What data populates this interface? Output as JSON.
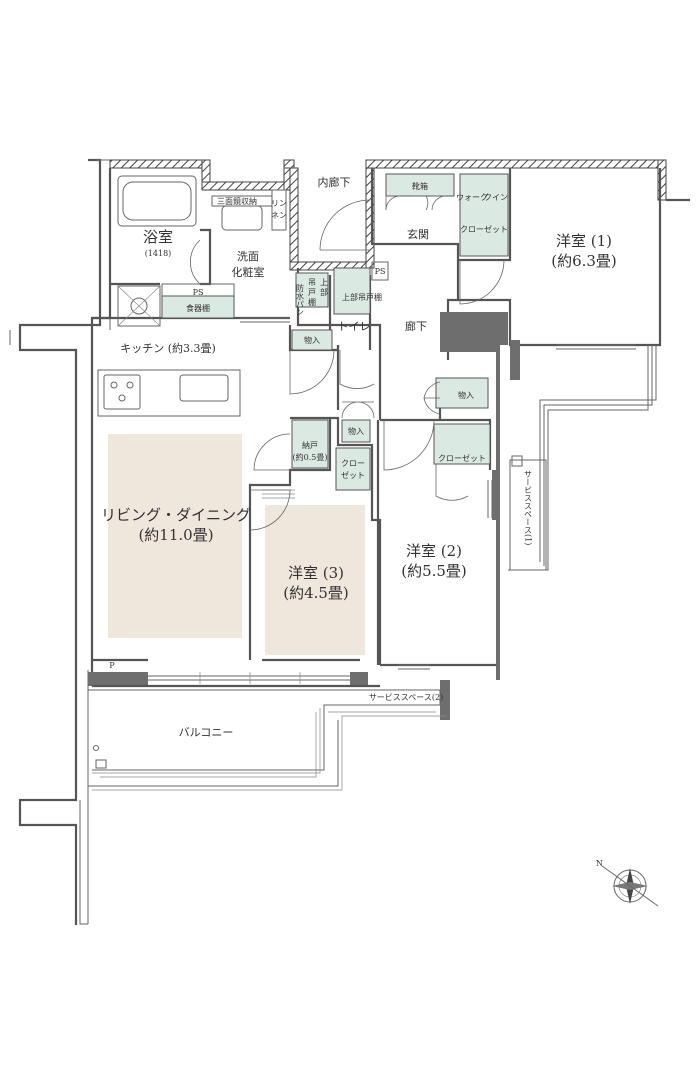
{
  "rooms": {
    "bath": "浴室",
    "bath_size": "(1418)",
    "washroom_1": "洗面",
    "washroom_2": "化粧室",
    "inner_corridor": "内廊下",
    "entrance": "玄関",
    "western1_name": "洋室 (1)",
    "western1_size": "(約6.3畳)",
    "kitchen": "キッチン (約3.3畳)",
    "toilet": "トイレ",
    "hallway": "廊下",
    "living_name": "リビング・ダイニング",
    "living_size": "(約11.0畳)",
    "western3_name": "洋室 (3)",
    "western3_size": "(約4.5畳)",
    "western2_name": "洋室 (2)",
    "western2_size": "(約5.5畳)",
    "balcony": "バルコニー",
    "service_space_1": "サービススペース(1)",
    "service_space_2": "サービススペース(2)"
  },
  "storage": {
    "shoe_box": "靴箱",
    "walkin_1": "ウォーク",
    "walkin_2": "クイン",
    "walkin_3": "クロー",
    "walkin_4": "ゼット",
    "mirror_storage": "三面鏡収納",
    "linen_1": "リン",
    "linen_2": "ネン",
    "ps_1": "PS",
    "ps_2": "PS",
    "dish_cabinet": "食器棚",
    "hanging_1": "吊",
    "hanging_2": "戸",
    "hanging_3": "棚",
    "upper_1": "上",
    "upper_2": "部",
    "upper_cabinet": "上部吊戸棚",
    "waterproof_pan": "防水パン",
    "monoire_1": "物入",
    "monoire_2": "物入",
    "monoire_3": "物入",
    "nando_1": "納戸",
    "nando_2": "(約0.5畳)",
    "closet_a": "クロー",
    "closet_b": "ゼット",
    "closet_2": "クローゼット",
    "p_mark": "P",
    "north": "N"
  },
  "colors": {
    "storage_fill": "#dbe9e3",
    "room_highlight": "#efe6dc",
    "wall": "#555555"
  }
}
